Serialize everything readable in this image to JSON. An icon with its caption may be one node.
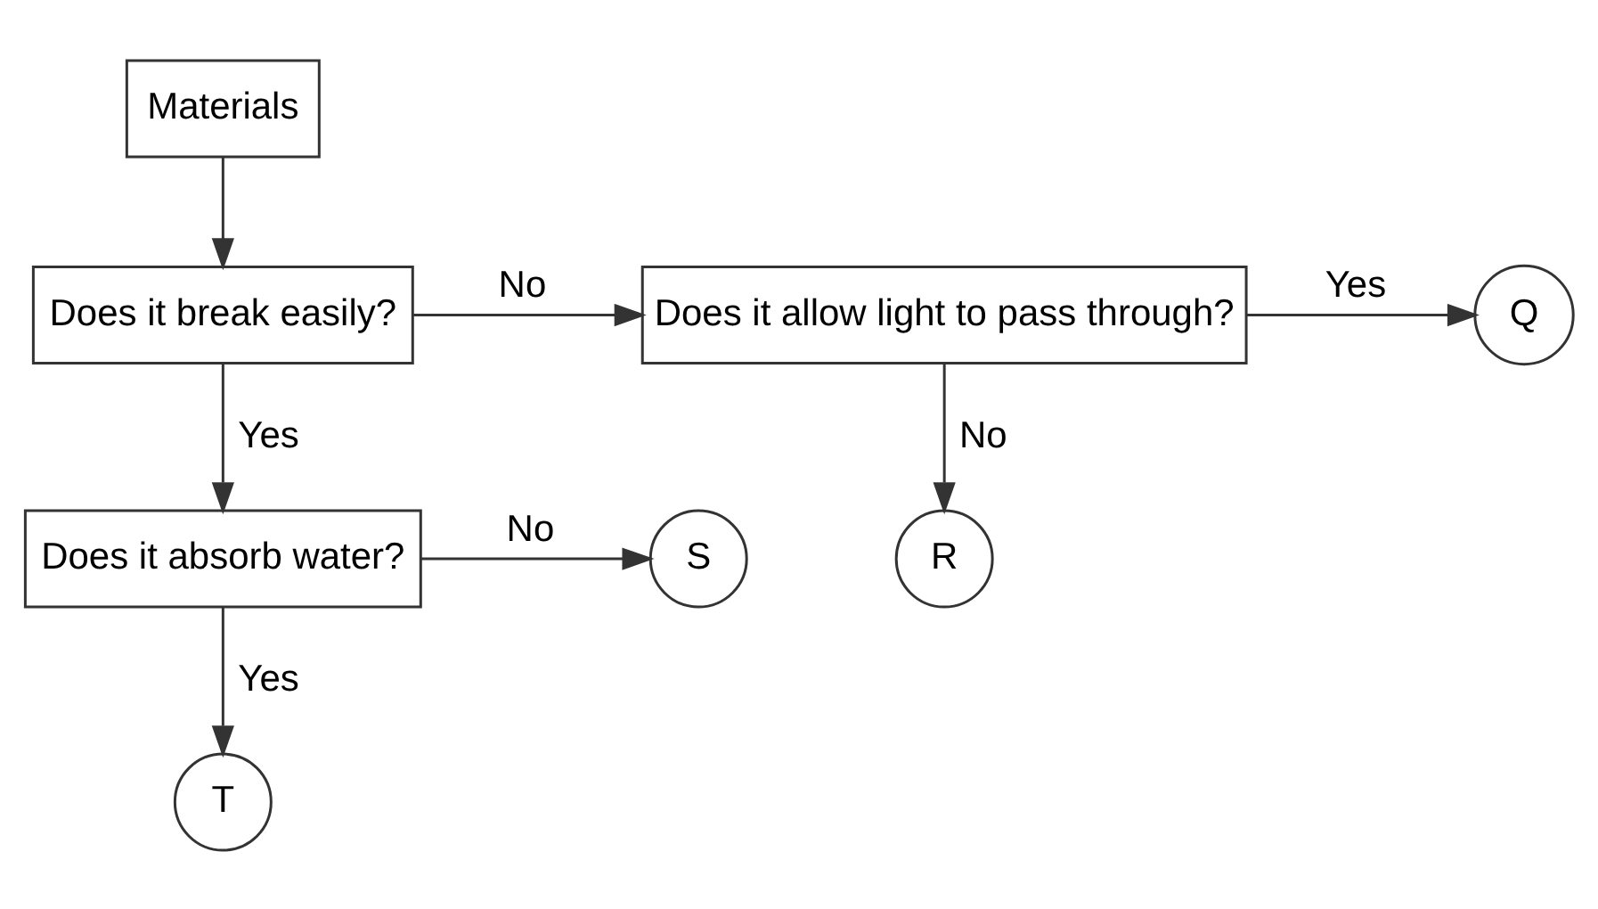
{
  "diagram": {
    "nodes": [
      {
        "text": [
          "Materials"
        ]
      },
      {
        "text": [
          "Does it break easily?"
        ]
      },
      {
        "text": [
          "Does it allow light to pass through?"
        ]
      },
      {
        "text": [
          "Q"
        ]
      },
      {
        "text": [
          "Does it absorb water?"
        ]
      },
      {
        "text": [
          "S"
        ]
      },
      {
        "text": [
          "R"
        ]
      },
      {
        "text": [
          "T"
        ]
      }
    ],
    "edges": [
      {
        "from": 0,
        "to": 1,
        "arrow": "to"
      },
      {
        "from": 1,
        "to": 2,
        "arrow": "to",
        "label": "No"
      },
      {
        "from": 2,
        "to": 3,
        "arrow": "to",
        "label": "Yes"
      },
      {
        "from": 2,
        "to": 6,
        "arrow": "to",
        "label": "No"
      },
      {
        "from": 1,
        "to": 4,
        "arrow": "to",
        "label": "Yes"
      },
      {
        "from": 4,
        "to": 5,
        "arrow": "to",
        "label": "No"
      },
      {
        "from": 4,
        "to": 7,
        "arrow": "to",
        "label": "Yes"
      }
    ]
  }
}
